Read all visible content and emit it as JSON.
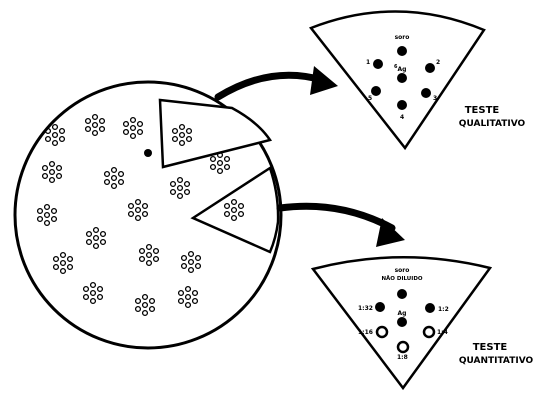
{
  "diagram": {
    "qualitative_test": {
      "title_line1": "TESTE",
      "title_line2": "QUALITATIVO",
      "top_label": "soro",
      "center_label": "Ag",
      "well_numbers": [
        "1",
        "2",
        "3",
        "4",
        "5",
        "6"
      ]
    },
    "quantitative_test": {
      "title_line1": "TESTE",
      "title_line2": "QUANTITATIVO",
      "top_label_line1": "soro",
      "top_label_line2": "NÃO DILUIDO",
      "center_label": "Ag",
      "dilutions": [
        "1:32",
        "1:2",
        "1:16",
        "1:4",
        "1:8"
      ]
    }
  }
}
